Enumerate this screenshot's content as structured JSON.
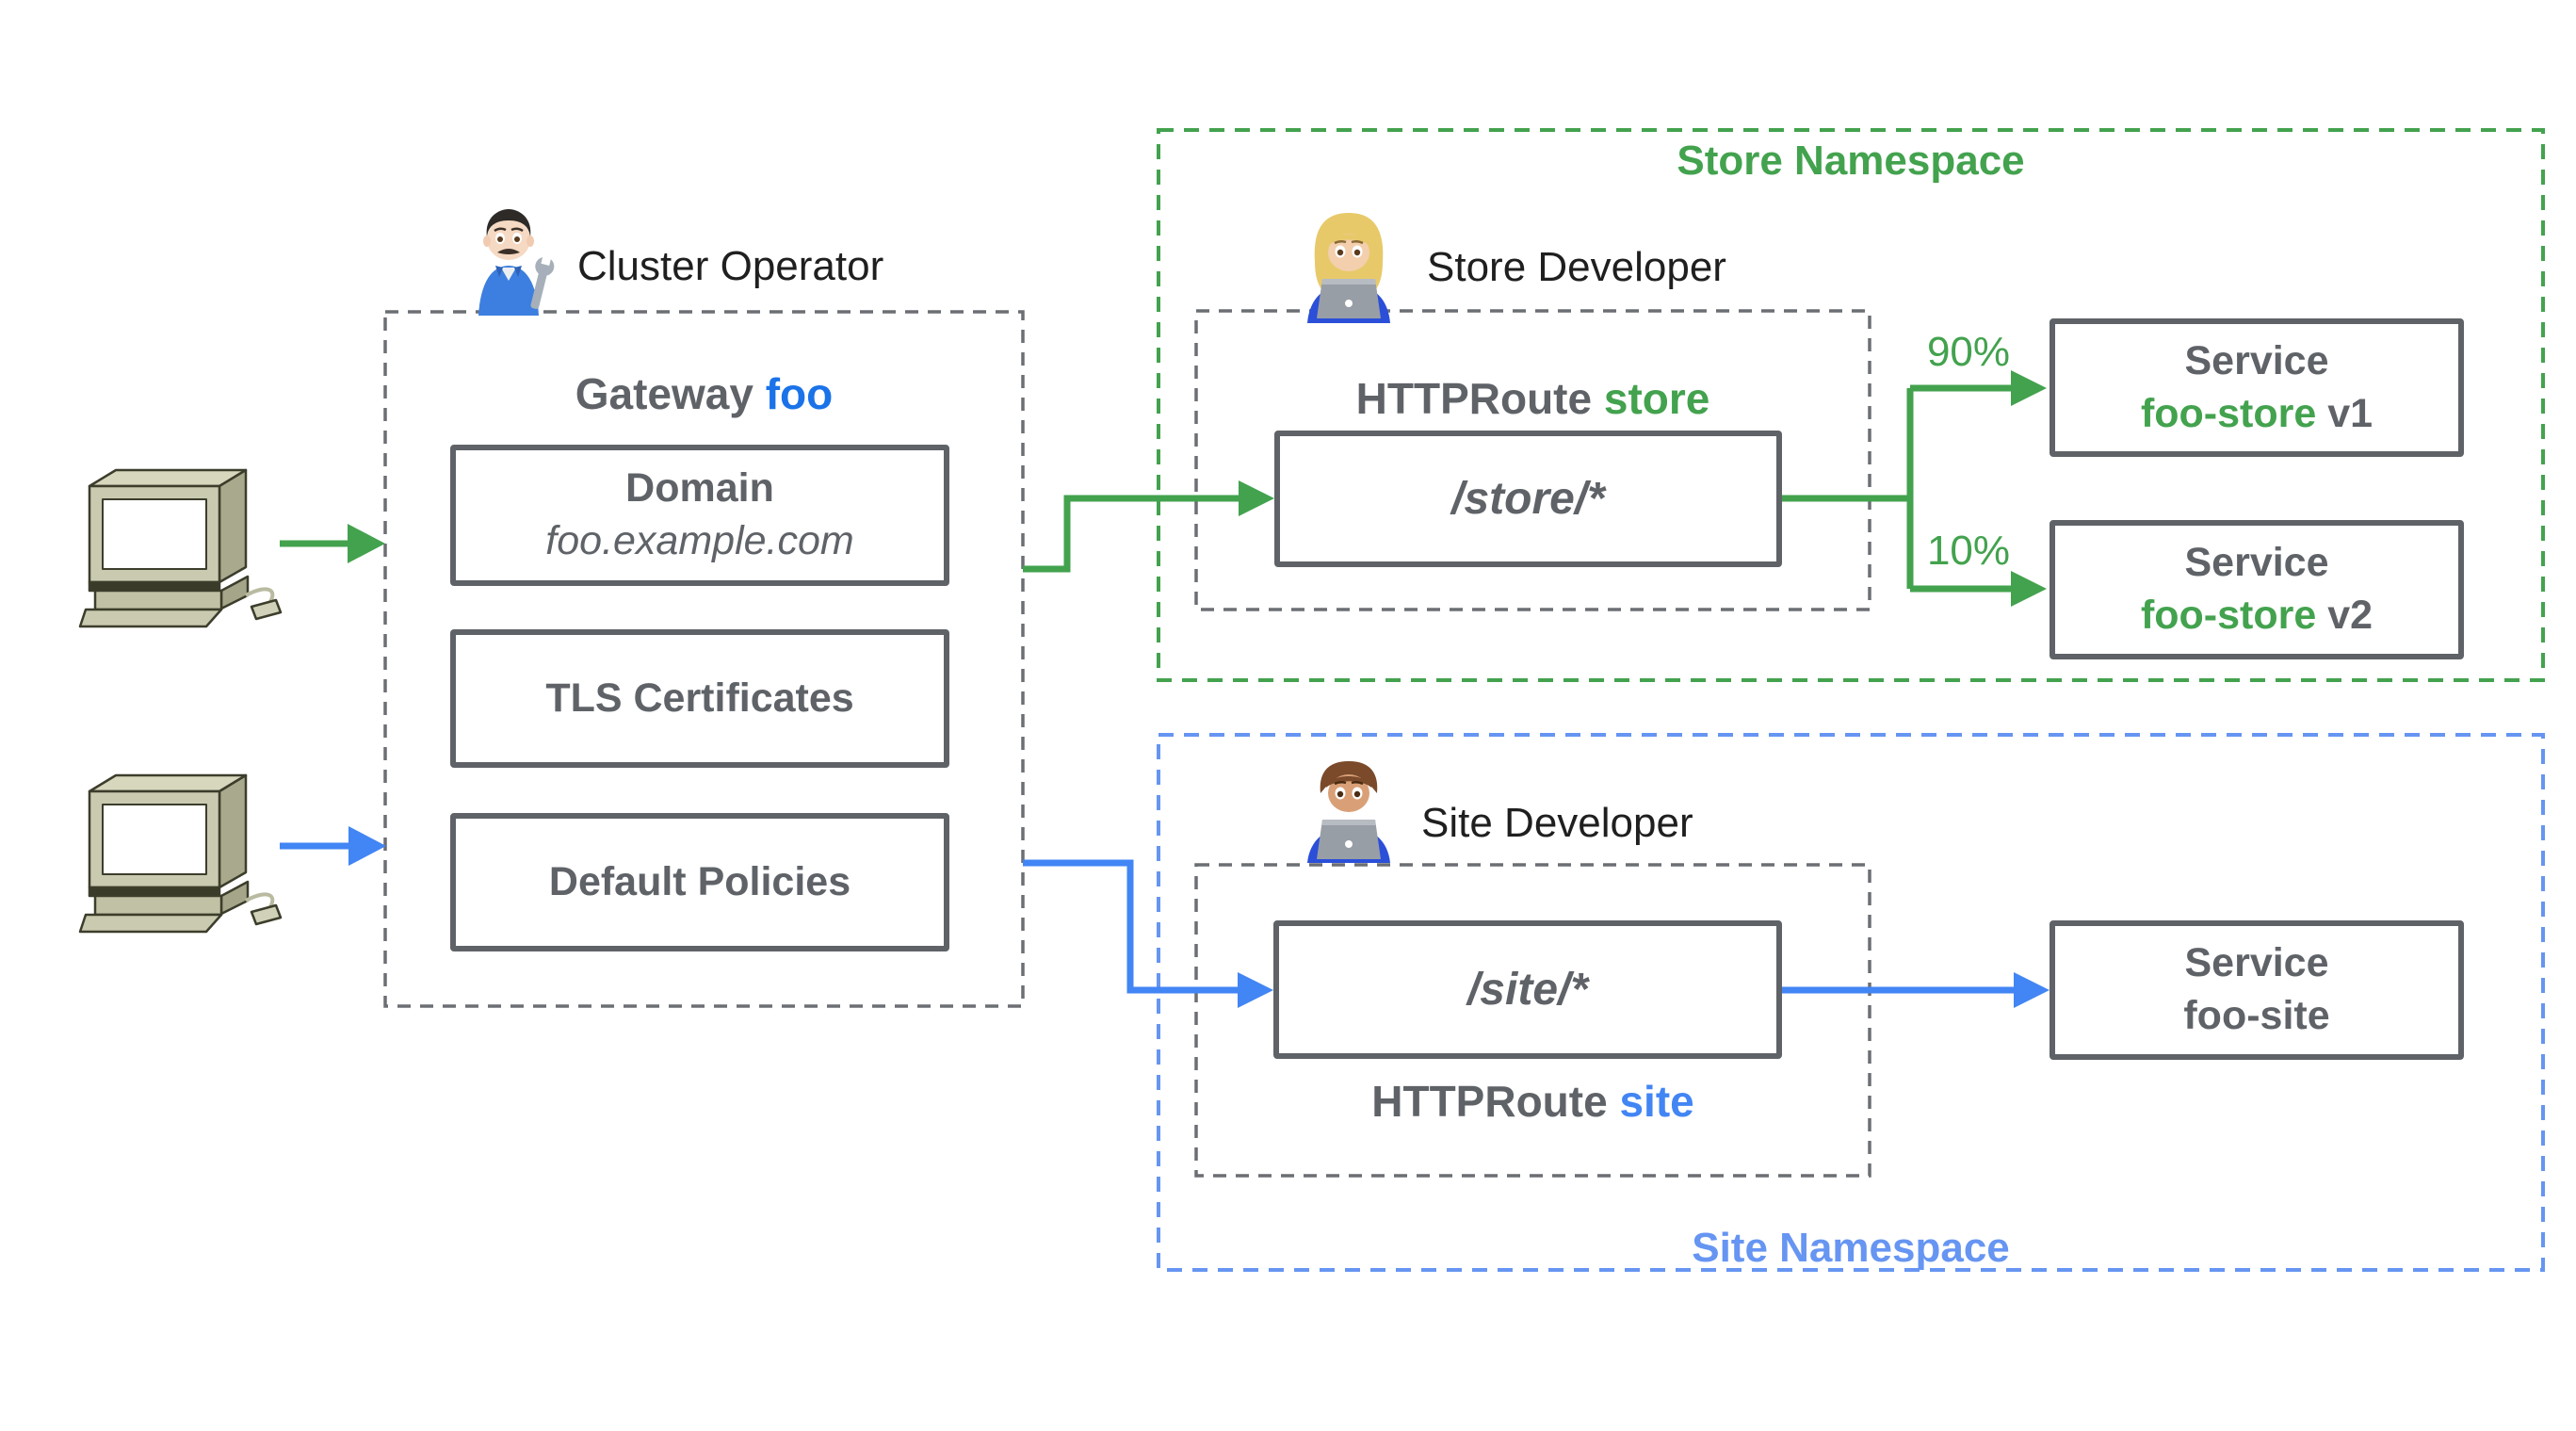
{
  "colors": {
    "green": "#43a24e",
    "blue_arrow": "#4285f4",
    "blue_dash": "#6695f2",
    "blue_dark": "#1a73e8",
    "gray_border": "#5f6368",
    "gray_dash": "#6b6f73",
    "text_dark": "#1f1f1f"
  },
  "actors": {
    "cluster_operator": {
      "label": "Cluster Operator",
      "icon": "man-mechanic-emoji"
    },
    "store_developer": {
      "label": "Store Developer",
      "icon": "woman-technologist-emoji"
    },
    "site_developer": {
      "label": "Site Developer",
      "icon": "man-technologist-emoji"
    }
  },
  "clients": {
    "client1_icon": "desktop-computer-icon",
    "client2_icon": "desktop-computer-icon"
  },
  "gateway": {
    "title_prefix": "Gateway",
    "title_name": "foo",
    "boxes": [
      {
        "title": "Domain",
        "subtitle": "foo.example.com"
      },
      {
        "title": "TLS Certificates"
      },
      {
        "title": "Default Policies"
      }
    ]
  },
  "store_namespace": {
    "label": "Store Namespace",
    "httproute_prefix": "HTTPRoute",
    "httproute_name": "store",
    "route_path": "/store/*",
    "weights": [
      "90%",
      "10%"
    ],
    "services": [
      {
        "kind": "Service",
        "name": "foo-store",
        "version": "v1"
      },
      {
        "kind": "Service",
        "name": "foo-store",
        "version": "v2"
      }
    ]
  },
  "site_namespace": {
    "label": "Site Namespace",
    "httproute_prefix": "HTTPRoute",
    "httproute_name": "site",
    "route_path": "/site/*",
    "service": {
      "kind": "Service",
      "name": "foo-site"
    }
  }
}
